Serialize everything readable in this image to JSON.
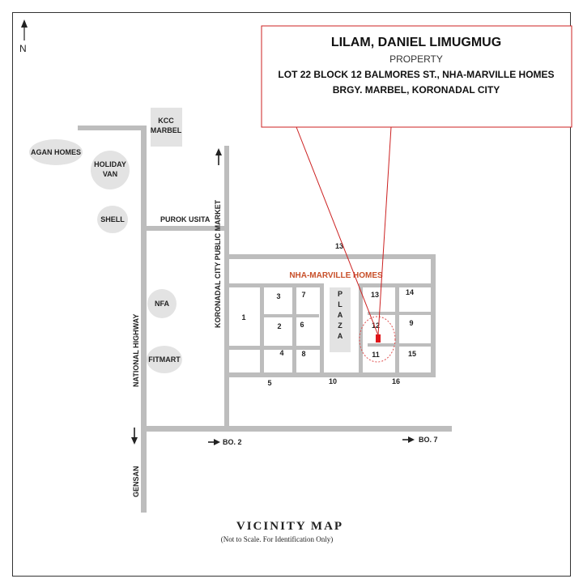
{
  "north_label": "N",
  "callout": {
    "name": "LILAM, DANIEL LIMUGMUG",
    "property_label": "PROPERTY",
    "address_line1": "LOT 22 BLOCK 12 BALMORES ST., NHA-MARVILLE HOMES",
    "address_line2": "BRGY. MARBEL,  KORONADAL CITY"
  },
  "landmarks": {
    "kcc_line1": "KCC",
    "kcc_line2": "MARBEL",
    "agan": "AGAN HOMES",
    "holiday_line1": "HOLIDAY",
    "holiday_line2": "VAN",
    "shell": "SHELL",
    "nfa": "NFA",
    "fitmart": "FITMART"
  },
  "roads": {
    "purok_usita": "PUROK USITA",
    "public_market": "KORONADAL  CITY PUBLIC MARKET",
    "national_highway": "NATIONAL HIGHWAY",
    "gensan": "GENSAN",
    "bo2": "BO. 2",
    "bo7": "BO. 7"
  },
  "subdivision": {
    "name": "NHA-MARVILLE HOMES",
    "plaza": [
      "P",
      "L",
      "A",
      "Z",
      "A"
    ]
  },
  "blocks": {
    "b1": "1",
    "b2": "2",
    "b3": "3",
    "b4": "4",
    "b5": "5",
    "b6": "6",
    "b7": "7",
    "b8": "8",
    "b9": "9",
    "b10": "10",
    "b11": "11",
    "b12": "12",
    "b13_top": "13",
    "b13": "13",
    "b14": "14",
    "b15": "15",
    "b16": "16"
  },
  "footer": {
    "title": "VICINITY MAP",
    "subtitle": "(Not to Scale. For Identification Only)"
  },
  "colors": {
    "road": "#bdbdbd",
    "landmark": "#e3e3e3",
    "callout_border": "#cc2222",
    "marker": "#e0141a",
    "subdivision_title": "#c8502a"
  }
}
